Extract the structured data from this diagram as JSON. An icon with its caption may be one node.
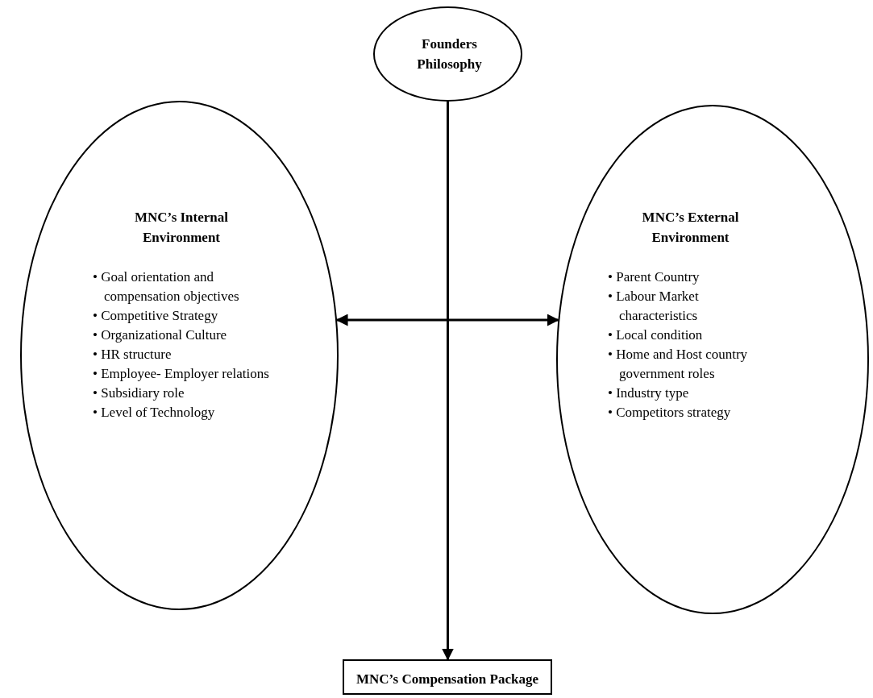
{
  "diagram": {
    "nodes": [
      {
        "text": [
          "Founders Philosophy"
        ]
      },
      {
        "text": [
          "MNC’s Internal Environment",
          "• Goal orientation and compensation objectives",
          "• Competitive Strategy",
          "• Organizational Culture",
          "• HR structure",
          "• Employee- Employer relations",
          "• Subsidiary role",
          "• Level of Technology"
        ]
      },
      {
        "text": [
          "MNC’s External Environment",
          "• Parent Country",
          "• Labour Market characteristics",
          "• Local condition",
          "• Home and Host country government roles",
          "• Industry type",
          "• Competitors strategy"
        ]
      },
      {
        "text": [
          "MNC’s Compensation Package"
        ]
      }
    ],
    "edges": [
      {
        "from": 0,
        "to": 3,
        "arrow": "to"
      },
      {
        "from": 1,
        "to": 2,
        "arrow": "both"
      }
    ]
  }
}
